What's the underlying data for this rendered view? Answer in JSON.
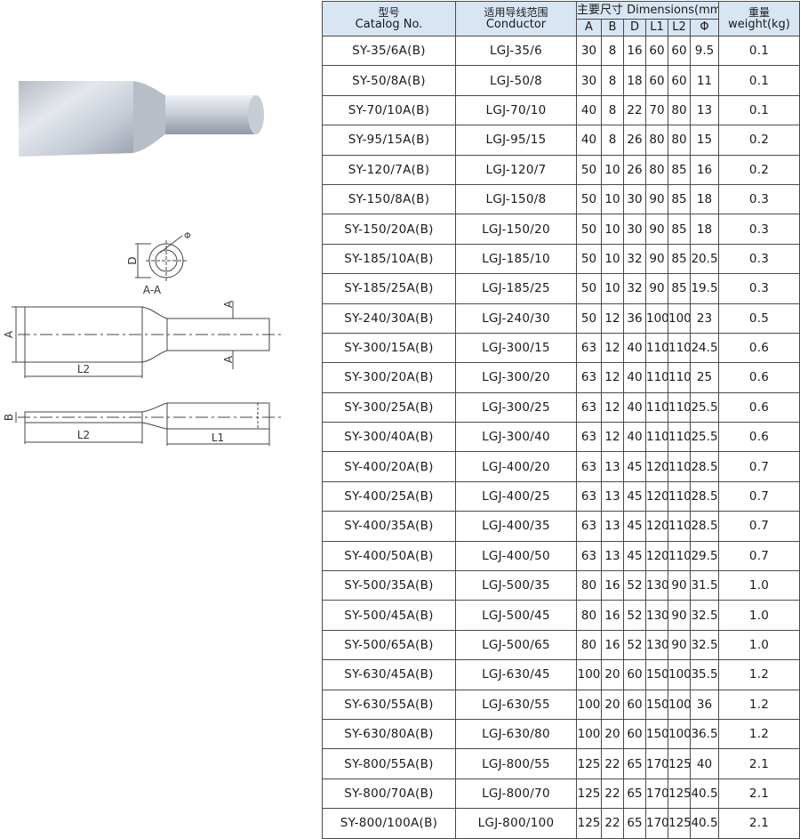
{
  "diagram": {
    "section_label": "A-A",
    "label_d": "D",
    "label_phi": "Φ",
    "label_a": "A",
    "label_b": "B",
    "label_l1": "L1",
    "label_l2": "L2"
  },
  "table": {
    "headers": {
      "catalog_cn": "型号",
      "catalog_en": "Catalog No.",
      "conductor_cn": "适用导线范围",
      "conductor_en": "Conductor",
      "dimensions": "主要尺寸 Dimensions(mm)",
      "weight_cn": "重量",
      "weight_en": "weight(kg)",
      "dim_a": "A",
      "dim_b": "B",
      "dim_d": "D",
      "dim_l1": "L1",
      "dim_l2": "L2",
      "dim_phi": "Φ"
    },
    "rows": [
      [
        "SY-35/6A(B)",
        "LGJ-35/6",
        "30",
        "8",
        "16",
        "60",
        "60",
        "9.5",
        "0.1"
      ],
      [
        "SY-50/8A(B)",
        "LGJ-50/8",
        "30",
        "8",
        "18",
        "60",
        "60",
        "11",
        "0.1"
      ],
      [
        "SY-70/10A(B)",
        "LGJ-70/10",
        "40",
        "8",
        "22",
        "70",
        "80",
        "13",
        "0.1"
      ],
      [
        "SY-95/15A(B)",
        "LGJ-95/15",
        "40",
        "8",
        "26",
        "80",
        "80",
        "15",
        "0.2"
      ],
      [
        "SY-120/7A(B)",
        "LGJ-120/7",
        "50",
        "10",
        "26",
        "80",
        "85",
        "16",
        "0.2"
      ],
      [
        "SY-150/8A(B)",
        "LGJ-150/8",
        "50",
        "10",
        "30",
        "90",
        "85",
        "18",
        "0.3"
      ],
      [
        "SY-150/20A(B)",
        "LGJ-150/20",
        "50",
        "10",
        "30",
        "90",
        "85",
        "18",
        "0.3"
      ],
      [
        "SY-185/10A(B)",
        "LGJ-185/10",
        "50",
        "10",
        "32",
        "90",
        "85",
        "20.5",
        "0.3"
      ],
      [
        "SY-185/25A(B)",
        "LGJ-185/25",
        "50",
        "10",
        "32",
        "90",
        "85",
        "19.5",
        "0.3"
      ],
      [
        "SY-240/30A(B)",
        "LGJ-240/30",
        "50",
        "12",
        "36",
        "100",
        "100",
        "23",
        "0.5"
      ],
      [
        "SY-300/15A(B)",
        "LGJ-300/15",
        "63",
        "12",
        "40",
        "110",
        "110",
        "24.5",
        "0.6"
      ],
      [
        "SY-300/20A(B)",
        "LGJ-300/20",
        "63",
        "12",
        "40",
        "110",
        "110",
        "25",
        "0.6"
      ],
      [
        "SY-300/25A(B)",
        "LGJ-300/25",
        "63",
        "12",
        "40",
        "110",
        "110",
        "25.5",
        "0.6"
      ],
      [
        "SY-300/40A(B)",
        "LGJ-300/40",
        "63",
        "12",
        "40",
        "110",
        "110",
        "25.5",
        "0.6"
      ],
      [
        "SY-400/20A(B)",
        "LGJ-400/20",
        "63",
        "13",
        "45",
        "120",
        "110",
        "28.5",
        "0.7"
      ],
      [
        "SY-400/25A(B)",
        "LGJ-400/25",
        "63",
        "13",
        "45",
        "120",
        "110",
        "28.5",
        "0.7"
      ],
      [
        "SY-400/35A(B)",
        "LGJ-400/35",
        "63",
        "13",
        "45",
        "120",
        "110",
        "28.5",
        "0.7"
      ],
      [
        "SY-400/50A(B)",
        "LGJ-400/50",
        "63",
        "13",
        "45",
        "120",
        "110",
        "29.5",
        "0.7"
      ],
      [
        "SY-500/35A(B)",
        "LGJ-500/35",
        "80",
        "16",
        "52",
        "130",
        "90",
        "31.5",
        "1.0"
      ],
      [
        "SY-500/45A(B)",
        "LGJ-500/45",
        "80",
        "16",
        "52",
        "130",
        "90",
        "32.5",
        "1.0"
      ],
      [
        "SY-500/65A(B)",
        "LGJ-500/65",
        "80",
        "16",
        "52",
        "130",
        "90",
        "32.5",
        "1.0"
      ],
      [
        "SY-630/45A(B)",
        "LGJ-630/45",
        "100",
        "20",
        "60",
        "150",
        "100",
        "35.5",
        "1.2"
      ],
      [
        "SY-630/55A(B)",
        "LGJ-630/55",
        "100",
        "20",
        "60",
        "150",
        "100",
        "36",
        "1.2"
      ],
      [
        "SY-630/80A(B)",
        "LGJ-630/80",
        "100",
        "20",
        "60",
        "150",
        "100",
        "36.5",
        "1.2"
      ],
      [
        "SY-800/55A(B)",
        "LGJ-800/55",
        "125",
        "22",
        "65",
        "170",
        "125",
        "40",
        "2.1"
      ],
      [
        "SY-800/70A(B)",
        "LGJ-800/70",
        "125",
        "22",
        "65",
        "170",
        "125",
        "40.5",
        "2.1"
      ],
      [
        "SY-800/100A(B)",
        "LGJ-800/100",
        "125",
        "22",
        "65",
        "170",
        "125",
        "40.5",
        "2.1"
      ]
    ]
  }
}
